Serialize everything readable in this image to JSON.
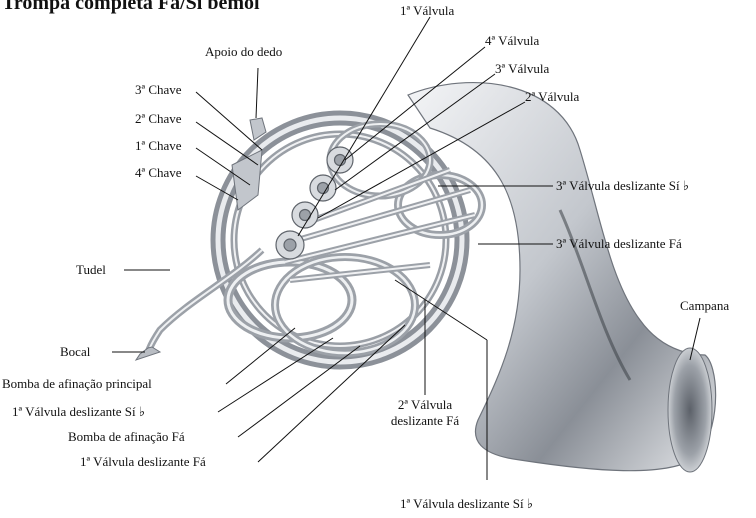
{
  "title": "Trompa completa Fá/Sí bemol",
  "labels": {
    "valve1": "1ª Válvula",
    "valve4": "4ª Válvula",
    "valve3": "3ª Válvula",
    "valve2": "2ª Válvula",
    "thumb_rest": "Apoio do dedo",
    "key3": "3ª Chave",
    "key2": "2ª Chave",
    "key1": "1ª Chave",
    "key4": "4ª Chave",
    "leadpipe": "Tudel",
    "mouthpiece": "Bocal",
    "main_tuning_slide": "Bomba de afinação principal",
    "valve1_slide_bb": "1ª Válvula deslizante Sí ♭",
    "tuning_slide_f": "Bomba de afinação  Fá",
    "valve1_slide_f": "1ª Válvula deslizante Fá",
    "valve2_slide_line1": "2ª Válvula",
    "valve2_slide_line2": "deslizante Fá",
    "valve3_slide_bb": "3ª Válvula deslizante Sí ♭",
    "valve3_slide_f": "3ª Válvula deslizante Fá",
    "bell": "Campana",
    "valve1_slide_bb_bottom": "1ª Válvula deslizante Sí ♭"
  },
  "colors": {
    "metal": "#c9ccd1",
    "metal_dark": "#7d828a",
    "metal_light": "#f2f3f5",
    "line": "#111111"
  }
}
